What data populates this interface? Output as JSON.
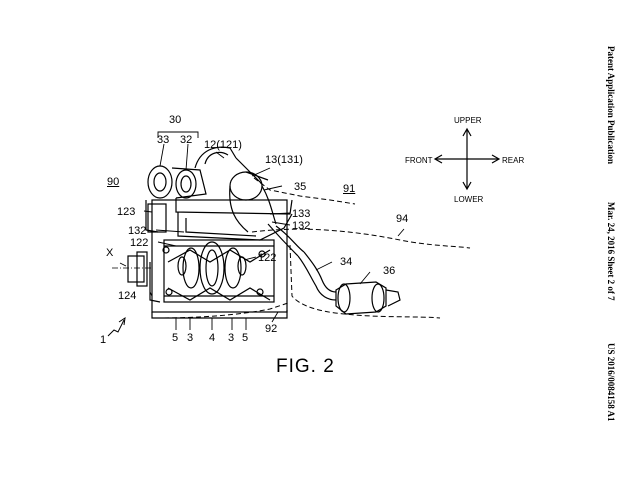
{
  "header": {
    "publication": "Patent Application Publication",
    "date_sheet": "Mar. 24, 2016  Sheet 2 of 7",
    "number": "US 2016/0084158 A1"
  },
  "figure": {
    "caption": "FIG. 2",
    "directions": {
      "upper": "UPPER",
      "lower": "LOWER",
      "front": "FRONT",
      "rear": "REAR"
    },
    "labels": {
      "l30": "30",
      "l33": "33",
      "l32": "32",
      "l12": "12(121)",
      "l13": "13(131)",
      "l35": "35",
      "l90": "90",
      "l91": "91",
      "l94": "94",
      "l123": "123",
      "l133": "133",
      "l132a": "132",
      "l132b": "132",
      "l122a": "122",
      "l122b": "122",
      "lx": "X",
      "l34": "34",
      "l36": "36",
      "l124": "124",
      "l92": "92",
      "l1": "1",
      "b5a": "5",
      "b3a": "3",
      "b4": "4",
      "b3b": "3",
      "b5b": "5"
    }
  }
}
